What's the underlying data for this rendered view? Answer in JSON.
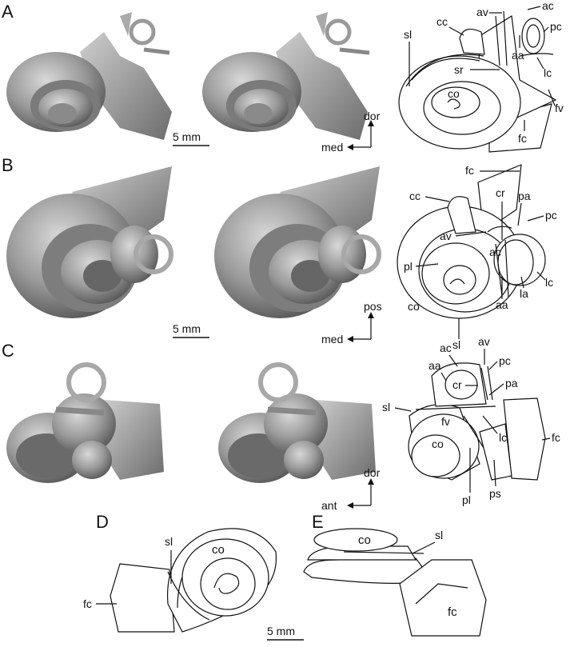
{
  "panels": {
    "A": {
      "letter": "A",
      "scale": "5 mm",
      "axis_v": "dor",
      "axis_h": "med",
      "labels": [
        "sl",
        "cc",
        "av",
        "ac",
        "pc",
        "aa",
        "lc",
        "sr",
        "co",
        "fv",
        "fc"
      ]
    },
    "B": {
      "letter": "B",
      "scale": "5 mm",
      "axis_v": "pos",
      "axis_h": "med",
      "labels": [
        "fc",
        "cc",
        "cr",
        "pa",
        "pc",
        "av",
        "ac",
        "pl",
        "aa",
        "la",
        "lc",
        "co",
        "sl"
      ]
    },
    "C": {
      "letter": "C",
      "scale": "",
      "axis_v": "dor",
      "axis_h": "ant",
      "labels": [
        "ac",
        "av",
        "pc",
        "aa",
        "cr",
        "pa",
        "sl",
        "fv",
        "lc",
        "fc",
        "co",
        "pl",
        "ps"
      ]
    },
    "D": {
      "letter": "D",
      "labels": [
        "sl",
        "co",
        "fc"
      ]
    },
    "E": {
      "letter": "E",
      "labels": [
        "co",
        "sl",
        "fc"
      ]
    },
    "bottom_scale": "5 mm"
  },
  "colors": {
    "render_fill": "#9a9a9a",
    "render_dark": "#5e5e5e",
    "render_light": "#c9c9c9",
    "line": "#111111"
  }
}
